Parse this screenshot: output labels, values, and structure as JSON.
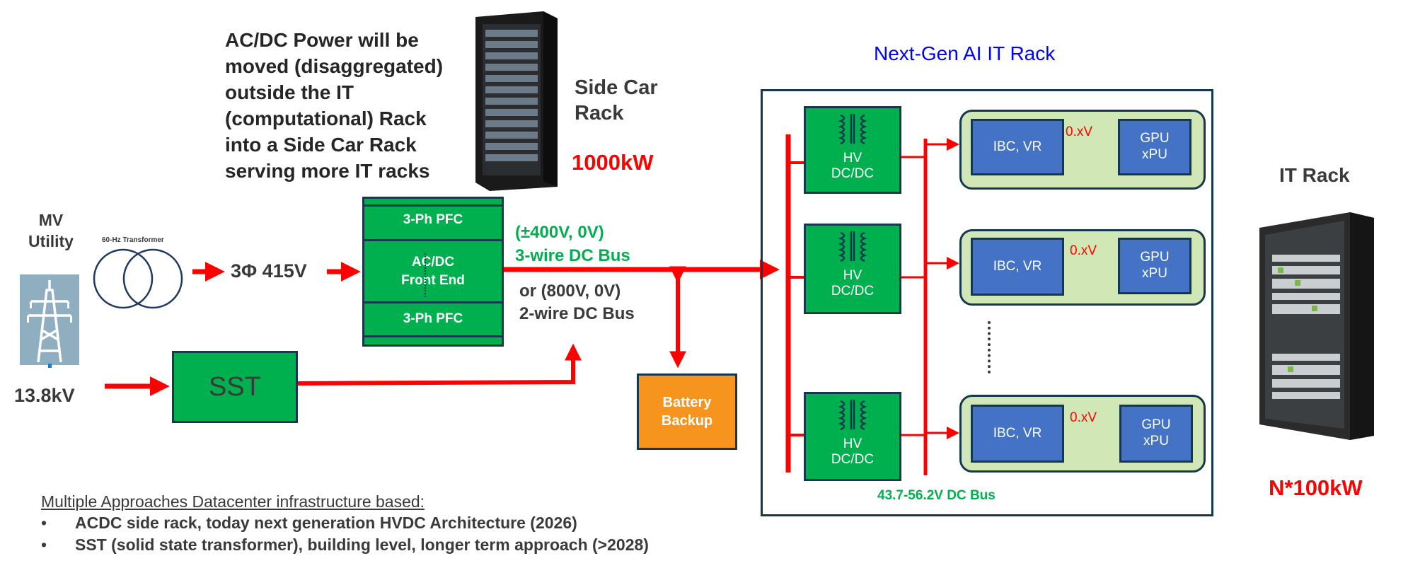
{
  "note_text": "AC/DC Power will be\nmoved (disaggregated)\noutside the IT\n(computational) Rack\ninto a Side Car Rack\nserving more IT racks",
  "side_car": {
    "label": "Side Car\nRack",
    "power": "1000kW"
  },
  "next_gen_title": "Next-Gen AI IT Rack",
  "it_rack": {
    "label": "IT Rack",
    "power": "N*100kW"
  },
  "utility": {
    "label": "MV\nUtility",
    "voltage": "13.8kV"
  },
  "transformer_label": "60-Hz Transformer",
  "three_phase_label": "3Φ 415V",
  "acdc": {
    "pfc_top": "3-Ph PFC",
    "front_end": "AC/DC\nFront End",
    "pfc_bottom": "3-Ph PFC"
  },
  "dc_bus_3wire": "(±400V, 0V)\n3-wire DC Bus",
  "dc_bus_2wire": "or (800V, 0V)\n2-wire DC Bus",
  "sst_label": "SST",
  "battery_label": "Battery\nBackup",
  "hv_label": "HV\nDC/DC",
  "ibc_label": "IBC, VR",
  "voltage_arrow_label": "0.xV",
  "gpu_label": "GPU\nxPU",
  "low_bus_label": "43.7-56.2V DC Bus",
  "ellipsis": "⋮",
  "footer": {
    "heading": "Multiple Approaches Datacenter infrastructure based:",
    "bullets": [
      "ACDC side rack, today next generation HVDC Architecture (2026)",
      "SST (solid state transformer), building level, longer term approach (>2028)"
    ]
  },
  "colors": {
    "accent_red": "#ff0000",
    "box_green": "#00b04f",
    "light_green": "#d1e8b6",
    "blue": "#4472c4",
    "orange": "#f6941d",
    "dark_outline": "#16384f",
    "title_blue": "#0000ff",
    "bus_green": "#00b04f"
  }
}
